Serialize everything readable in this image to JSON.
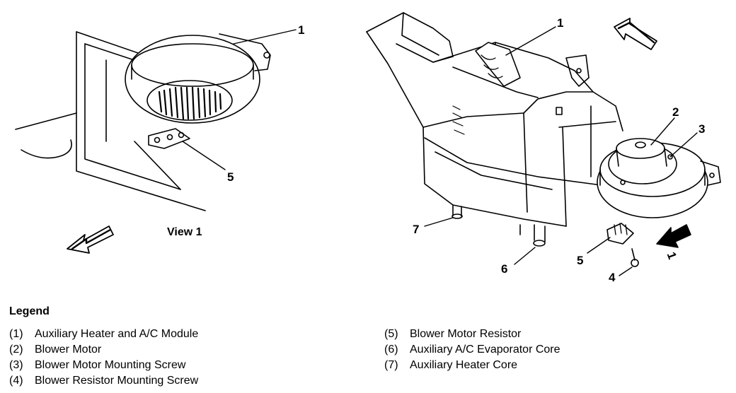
{
  "diagram": {
    "callouts": {
      "left_1": "1",
      "left_5": "5",
      "right_1": "1",
      "right_2": "2",
      "right_3": "3",
      "right_4": "4",
      "right_5": "5",
      "right_6": "6",
      "right_7": "7",
      "view_arrow": "1"
    },
    "view_label": "View 1"
  },
  "legend": {
    "title": "Legend",
    "left": [
      {
        "num": "(1)",
        "text": "Auxiliary Heater and A/C Module"
      },
      {
        "num": "(2)",
        "text": "Blower Motor"
      },
      {
        "num": "(3)",
        "text": "Blower Motor Mounting Screw"
      },
      {
        "num": "(4)",
        "text": "Blower Resistor Mounting Screw"
      }
    ],
    "right": [
      {
        "num": "(5)",
        "text": "Blower Motor Resistor"
      },
      {
        "num": "(6)",
        "text": "Auxiliary A/C Evaporator Core"
      },
      {
        "num": "(7)",
        "text": "Auxiliary Heater Core"
      }
    ]
  }
}
